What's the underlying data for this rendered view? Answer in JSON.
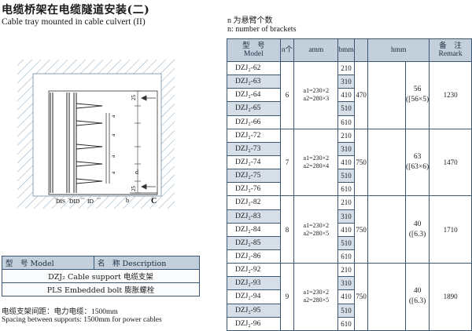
{
  "header": {
    "title_cn": "电缆桥架在电缆隧道安装(二)",
    "title_en": "Cable tray mounted in cable culvert (II)",
    "note_cn": "n 为悬臂个数",
    "note_en": "n: number of brackets"
  },
  "diagram": {
    "labels": {
      "dim_top": "25",
      "a1": "a",
      "a2": "a",
      "a3": "a",
      "a4": "a",
      "d": "d",
      "dim_bottom": "25",
      "b": "b",
      "c": "C",
      "dis": "DIS",
      "did": "DID",
      "id": "ID"
    }
  },
  "legend": {
    "header_model": "型　号 Model",
    "header_desc": "名　称 Description",
    "rows": [
      {
        "text": "DZJ₂ Cable support  电缆支架"
      },
      {
        "text": "PLS  Embedded bolt  膨胀螺栓"
      }
    ]
  },
  "footer": {
    "line1": "电缆支架间距：电力电缆：1500mm",
    "line2": "Spacing between supports: 1500mm for power cables"
  },
  "table": {
    "headers": {
      "model_cn": "型　号",
      "model_en": "Model",
      "n": "n个",
      "amm": "amm",
      "bmm": "bmm",
      "hmm": "hmm",
      "remark_cn": "备　注",
      "remark_en": "Remark"
    },
    "groups": [
      {
        "n": "6",
        "a_line1": "a1=230×2",
        "a_line2": "a2=280×3",
        "col4": "470",
        "h_line1": "56",
        "h_line2": "([56×5)",
        "remark": "1230",
        "rows": [
          {
            "model": "DZJ₂-62",
            "b": "210"
          },
          {
            "model": "DZJ₂-63",
            "b": "310"
          },
          {
            "model": "DZJ₂-64",
            "b": "410"
          },
          {
            "model": "DZJ₂-65",
            "b": "510"
          },
          {
            "model": "DZJ₂-66",
            "b": "610"
          }
        ]
      },
      {
        "n": "7",
        "a_line1": "a1=230×2",
        "a_line2": "a2=280×4",
        "col4": "750",
        "h_line1": "63",
        "h_line2": "([63×6)",
        "remark": "1470",
        "rows": [
          {
            "model": "DZJ₂-72",
            "b": "210"
          },
          {
            "model": "DZJ₂-73",
            "b": "310"
          },
          {
            "model": "DZJ₂-74",
            "b": "410"
          },
          {
            "model": "DZJ₂-75",
            "b": "510"
          },
          {
            "model": "DZJ₂-76",
            "b": "610"
          }
        ]
      },
      {
        "n": "8",
        "a_line1": "a1=230×2",
        "a_line2": "a2=280×5",
        "col4": "750",
        "h_line1": "40",
        "h_line2": "([6.3)",
        "remark": "1710",
        "rows": [
          {
            "model": "DZJ₂-82",
            "b": "210"
          },
          {
            "model": "DZJ₂-83",
            "b": "310"
          },
          {
            "model": "DZJ₂-84",
            "b": "410"
          },
          {
            "model": "DZJ₂-85",
            "b": "510"
          },
          {
            "model": "DZJ₂-86",
            "b": "610"
          }
        ]
      },
      {
        "n": "9",
        "a_line1": "a1=230×2",
        "a_line2": "a2=280×5",
        "col4": "750",
        "h_line1": "40",
        "h_line2": "([6.3)",
        "remark": "1890",
        "rows": [
          {
            "model": "DZJ₂-92",
            "b": "210"
          },
          {
            "model": "DZJ₂-93",
            "b": "310"
          },
          {
            "model": "DZJ₂-94",
            "b": "410"
          },
          {
            "model": "DZJ₂-95",
            "b": "510"
          },
          {
            "model": "DZJ₂-96",
            "b": "610"
          }
        ]
      }
    ]
  },
  "colors": {
    "header_fill": "#c3d0dc",
    "shaded_cell": "#d6dfe8",
    "grid_line": "#3a5670",
    "hatch": "#8aa8c0"
  }
}
